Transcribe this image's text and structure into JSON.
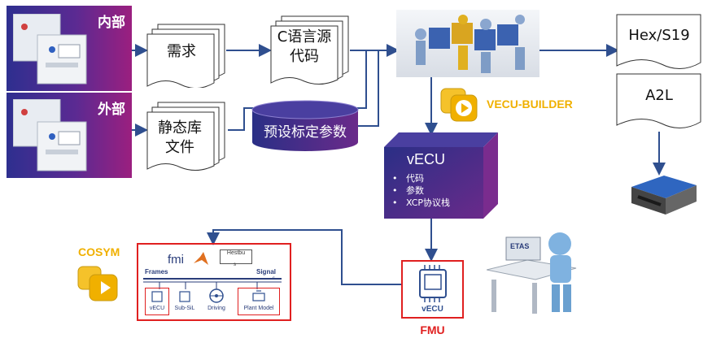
{
  "sources": {
    "internal": "内部",
    "external": "外部"
  },
  "docs": {
    "requirement": "需求",
    "c_source": [
      "C语言源",
      "代码"
    ],
    "static_lib": [
      "静态库",
      "文件"
    ]
  },
  "calibration": "预设标定参数",
  "outputs": {
    "hex": "Hex/S19",
    "a2l": "A2L"
  },
  "builder": "VECU-BUILDER",
  "vecu": {
    "title": "vECU",
    "items": [
      "代码",
      "参数",
      "XCP协议栈"
    ]
  },
  "fmu": {
    "icon_label": "vECU",
    "caption": "FMU"
  },
  "cosym": {
    "brand": "COSYM",
    "bus_frames": "Frames",
    "bus_signal": "Signal",
    "bus_s": "s",
    "tool_fmi": "fmi",
    "tool_box": "Hestbu",
    "tool_box_sub": "s",
    "nodes": [
      "vECU",
      "Sub-SiL",
      "Driving",
      "Plant Model"
    ]
  },
  "etas": "ETAS",
  "colors": {
    "arrow": "#2f4f8f",
    "panel_start": "#2e2f8f",
    "panel_end": "#9b1f7f",
    "red_frame": "#e02020",
    "brand_yellow": "#f0b000"
  }
}
